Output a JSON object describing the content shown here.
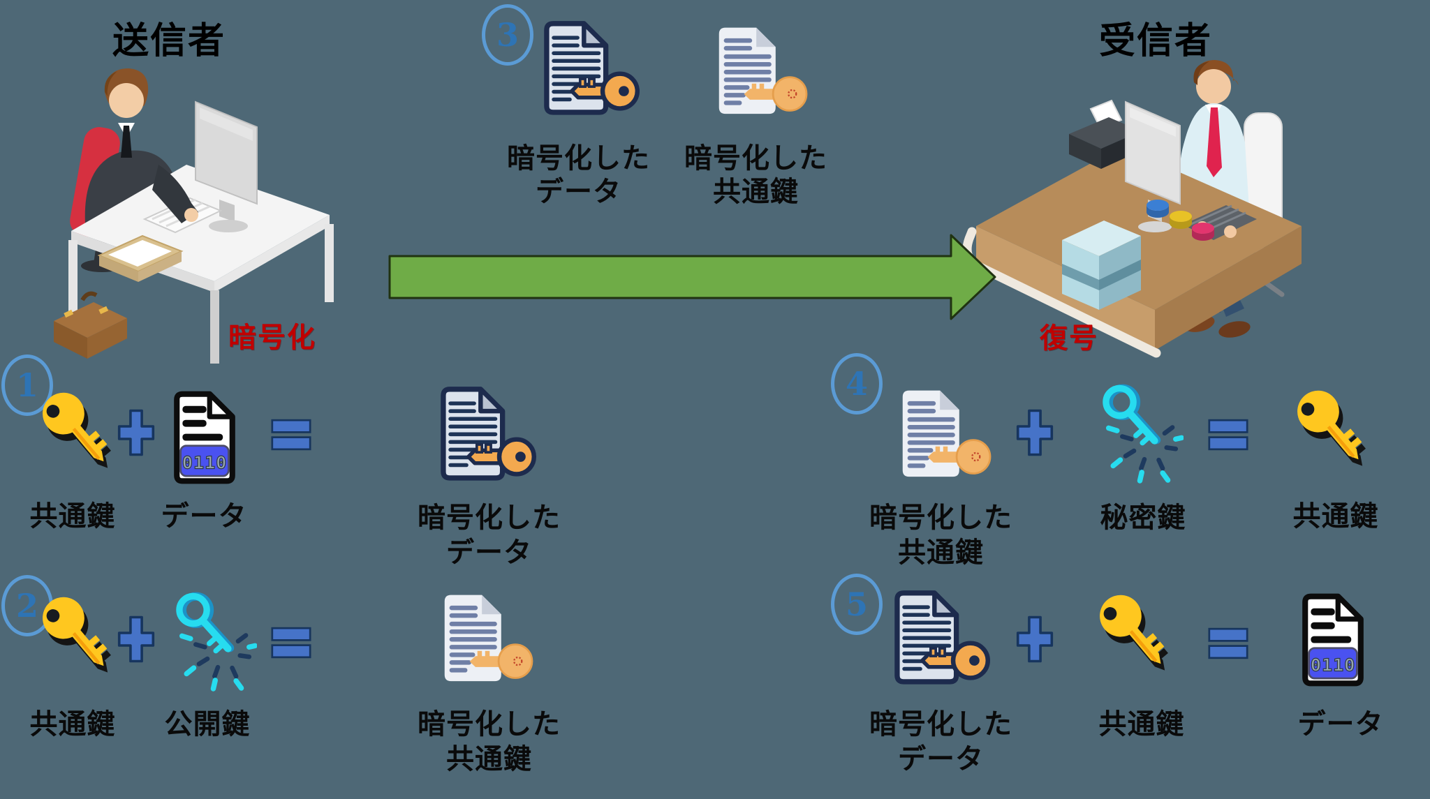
{
  "colors": {
    "background": "#4E6876",
    "arrow_green": "#6FAC47",
    "label_red": "#C00000",
    "accent_blue": "#4673C8",
    "step_circle_blue": "#5B9BD5",
    "step_number_blue": "#2E74B5",
    "key_yellow": "#FFC71F",
    "key_cyan": "#27DCEF",
    "key_orange": "#F3A94F",
    "binary_band_blue": "#4A52F0"
  },
  "icons": {
    "yellow-key-icon": "common key (yellow)",
    "cyan-key-icon": "public/private key (cyan outline with sparkles)",
    "data-document-icon": "document with 0110 binary band",
    "encrypted-data-document-icon": "outlined document with orange key",
    "encrypted-key-document-icon": "soft document with orange key",
    "plus-icon": "+",
    "equals-icon": "=",
    "flow-arrow-icon": "green right arrow"
  },
  "binary_text": "0110",
  "sender_title": "送信者",
  "receiver_title": "受信者",
  "encrypt_label": "暗号化",
  "decrypt_label": "復号",
  "transfer": {
    "number": "3",
    "items": [
      {
        "icon": "encrypted-data-document-icon",
        "line1": "暗号化した",
        "line2": "データ"
      },
      {
        "icon": "encrypted-key-document-icon",
        "line1": "暗号化した",
        "line2": "共通鍵"
      }
    ]
  },
  "eq1": {
    "number": "1",
    "a_label": "共通鍵",
    "b_label": "データ",
    "result_line1": "暗号化した",
    "result_line2": "データ"
  },
  "eq2": {
    "number": "2",
    "a_label": "共通鍵",
    "b_label": "公開鍵",
    "result_line1": "暗号化した",
    "result_line2": "共通鍵"
  },
  "eq4": {
    "number": "4",
    "a_line1": "暗号化した",
    "a_line2": "共通鍵",
    "b_label": "秘密鍵",
    "result_label": "共通鍵"
  },
  "eq5": {
    "number": "5",
    "a_line1": "暗号化した",
    "a_line2": "データ",
    "b_label": "共通鍵",
    "result_label": "データ"
  }
}
